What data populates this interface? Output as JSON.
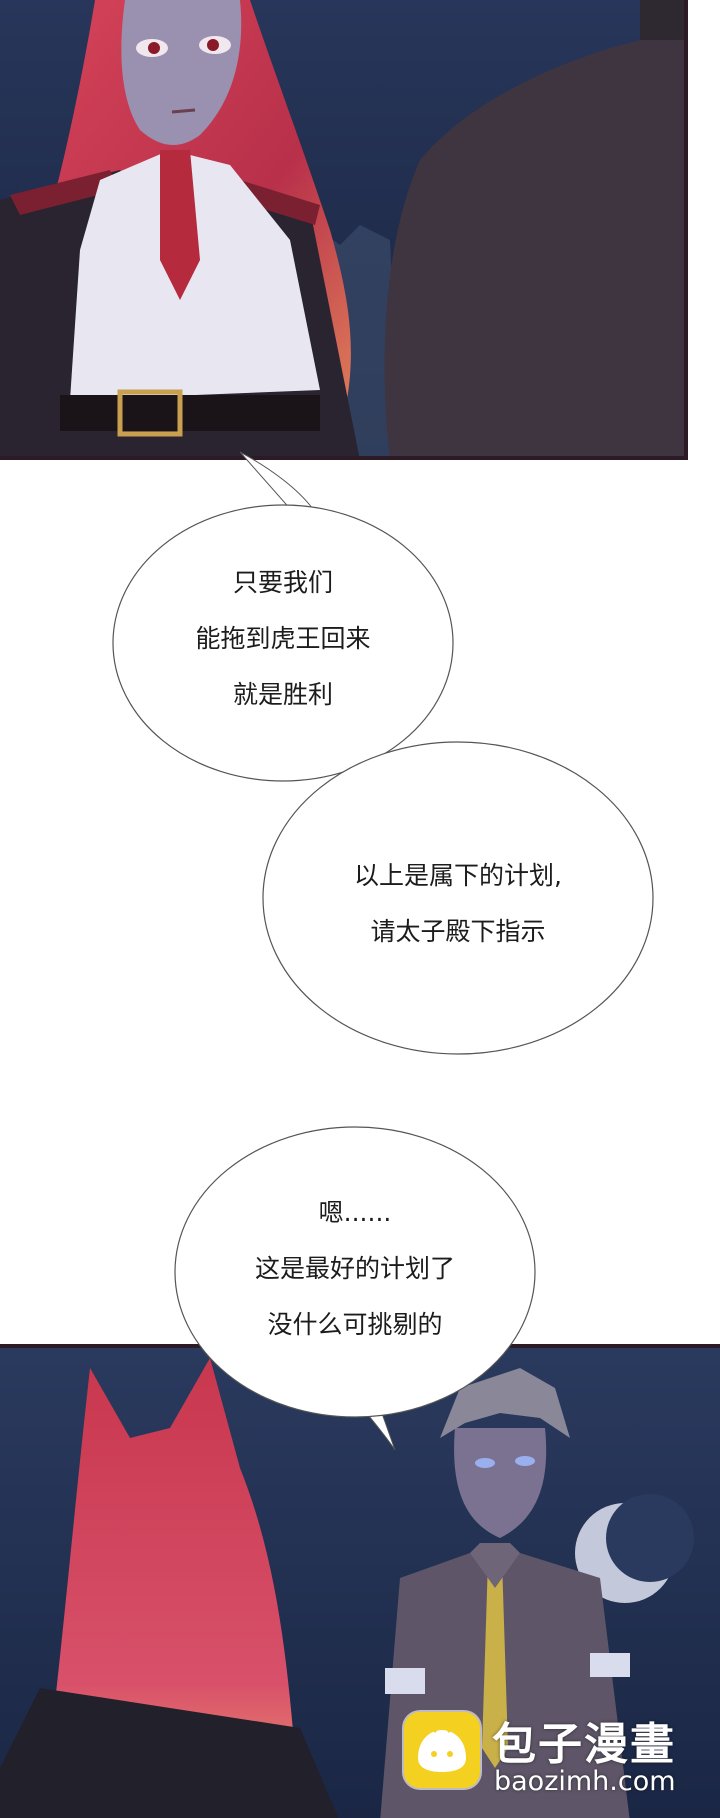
{
  "bubbles": [
    {
      "lines": [
        "只要我们",
        "能拖到虎王回来",
        "就是胜利"
      ]
    },
    {
      "lines": [
        "以上是属下的计划,",
        "请太子殿下指示"
      ]
    },
    {
      "lines": [
        "嗯......",
        "这是最好的计划了",
        "没什么可挑剔的"
      ]
    }
  ],
  "watermark": {
    "name": "包子漫畫",
    "url": "baozimh.com"
  },
  "colors": {
    "night_sky": "#1f2c4c",
    "hair_red": "#c8374e",
    "coat_dark": "#2a2330",
    "logo_yellow": "#f4d020"
  }
}
